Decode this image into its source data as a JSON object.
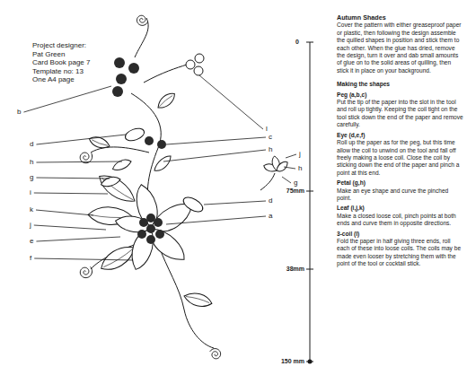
{
  "diagram": {
    "title": "Autumn Shades",
    "labels": [
      "Project designer:",
      "Pat Green",
      "Card Book page 7",
      "Template no: 13",
      "One A4 page",
      "b",
      "d",
      "h",
      "g",
      "i",
      "k",
      "j",
      "e",
      "f",
      "l",
      "c",
      "h",
      "j",
      "h",
      "g",
      "d",
      "a",
      "0",
      "75mm",
      "38mm",
      "150 mm",
      "Cover the pattern with either greaseproof paper or plastic, then following the design assemble the quilled shapes in position and stick them to each other. When the glue has dried, remove the design, turn it over and dab small amounts of glue on to the solid areas of quilling, then stick it in place on your background.",
      "Making the shapes",
      "Peg (a,b,c)",
      "Put the tip of the paper into the slot in the tool and roll up tightly. Keeping the coil tight on the tool stick down the end of the paper and remove carefully.",
      "Eye (d,e,f)",
      "Roll up the paper as for the peg, but this time allow the coil to unwind on the tool and fall off freely making a loose coil. Close the coil by sticking down the end of the paper and pinch a point at this end.",
      "Petal (g,h)",
      "Make an eye shape and curve the pinched point.",
      "Leaf (i,j,k)",
      "Make a closed loose coil, pinch points at both ends and curve them in opposite directions.",
      "3-coil (l)",
      "Fold the paper in half giving three ends, roll each of these into loose coils. The coils may be made even looser by stretching them with the point of the tool or cocktail stick."
    ]
  }
}
